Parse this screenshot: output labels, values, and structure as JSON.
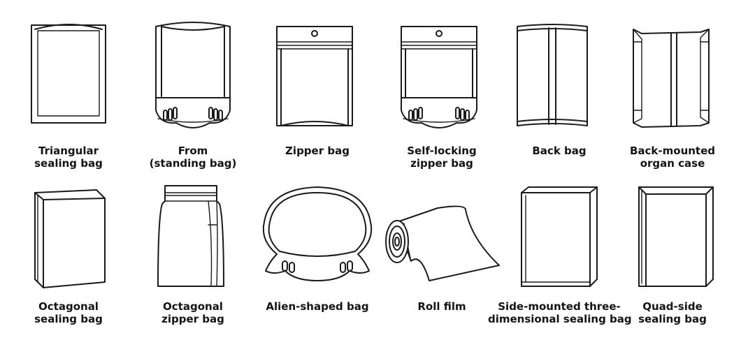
{
  "bags": [
    {
      "key": "triangular",
      "lines": [
        "Triangular",
        "sealing bag"
      ]
    },
    {
      "key": "from",
      "lines": [
        "From",
        "(standing bag)"
      ]
    },
    {
      "key": "zipper",
      "lines": [
        "Zipper bag"
      ]
    },
    {
      "key": "selflocking",
      "lines": [
        "Self-locking",
        "zipper bag"
      ]
    },
    {
      "key": "back",
      "lines": [
        "Back bag"
      ]
    },
    {
      "key": "backorgan",
      "lines": [
        "Back-mounted",
        "organ case"
      ]
    },
    {
      "key": "octseal",
      "lines": [
        "Octagonal",
        "sealing bag"
      ]
    },
    {
      "key": "octzip",
      "lines": [
        "Octagonal",
        "zipper bag"
      ]
    },
    {
      "key": "alien",
      "lines": [
        "Alien-shaped bag"
      ]
    },
    {
      "key": "roll",
      "lines": [
        "Roll film"
      ]
    },
    {
      "key": "side3d",
      "lines": [
        "Side-mounted three-",
        "dimensional sealing bag"
      ]
    },
    {
      "key": "quad",
      "lines": [
        "Quad-side",
        "sealing bag"
      ]
    }
  ]
}
